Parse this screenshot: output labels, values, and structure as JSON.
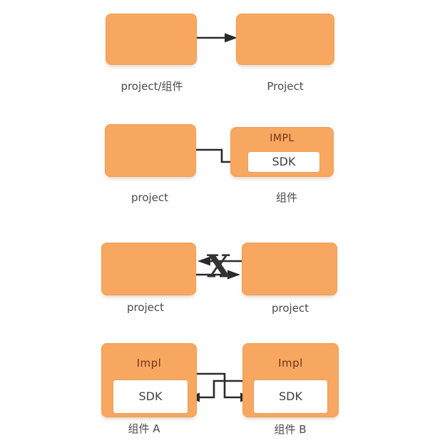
{
  "colors": {
    "box_fill": "#F7A75F",
    "box_border": "#F09F54",
    "title_text": "#74331C",
    "inner_box_bg": "#FFFFFF",
    "inner_box_text": "#3F3F3F",
    "caption_text": "#4A4A4A",
    "connector_line": "#2A2A2A",
    "background": "#FFFFFF"
  },
  "diagram": {
    "row1": {
      "left_caption": "project/组件",
      "right_caption": "Project"
    },
    "row2": {
      "left_caption": "project",
      "right_caption": "组件",
      "impl_title": "IMPL",
      "sdk_label": "SDK"
    },
    "row3": {
      "left_caption": "project",
      "right_caption": "project",
      "cross_mark": "X"
    },
    "row4": {
      "left_impl_title": "Impl",
      "left_sdk_label": "SDK",
      "right_impl_title": "Impl",
      "right_sdk_label": "SDK",
      "left_caption": "组件 A",
      "right_caption": "组件 B"
    }
  }
}
